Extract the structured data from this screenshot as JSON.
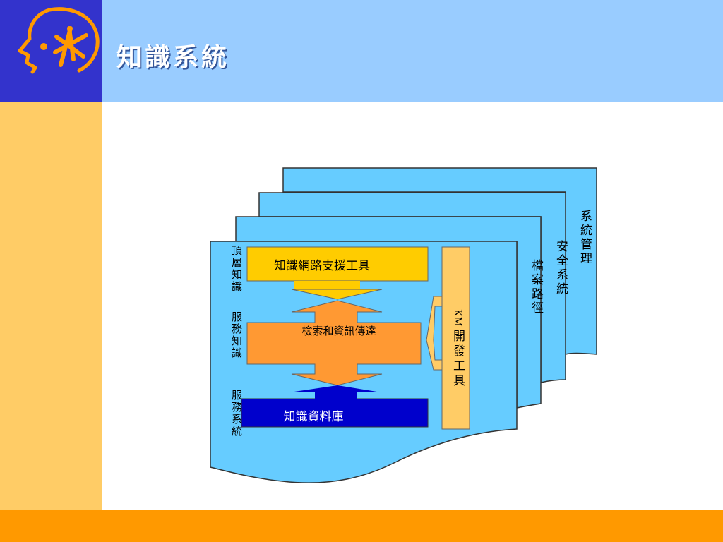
{
  "title": "知識系統",
  "colors": {
    "logo_bg": "#3333cc",
    "header_bg": "#99ccff",
    "left_band": "#ffcc66",
    "bottom_band": "#ff9900",
    "layer_fill": "#66ccff",
    "yellow_box": "#ffcc00",
    "orange_box": "#ff9933",
    "blue_box": "#0000cc",
    "km_bar": "#ffcc66"
  },
  "icons": {
    "logo": "head-star-logo-icon"
  },
  "layers": {
    "system_management": "系統管理",
    "security_system": "安全系統",
    "file_path": "檔案路徑"
  },
  "side_labels": {
    "top_knowledge": "頂層知識",
    "service_knowledge": "服務知識",
    "service_system": "服務系統"
  },
  "boxes": {
    "network_support_tools": "知識網路支援工具",
    "retrieval_delivery": "檢索和資訊傳達",
    "knowledge_database": "知識資料庫"
  },
  "km_tools": {
    "km": "KM",
    "label": "開發工具"
  }
}
